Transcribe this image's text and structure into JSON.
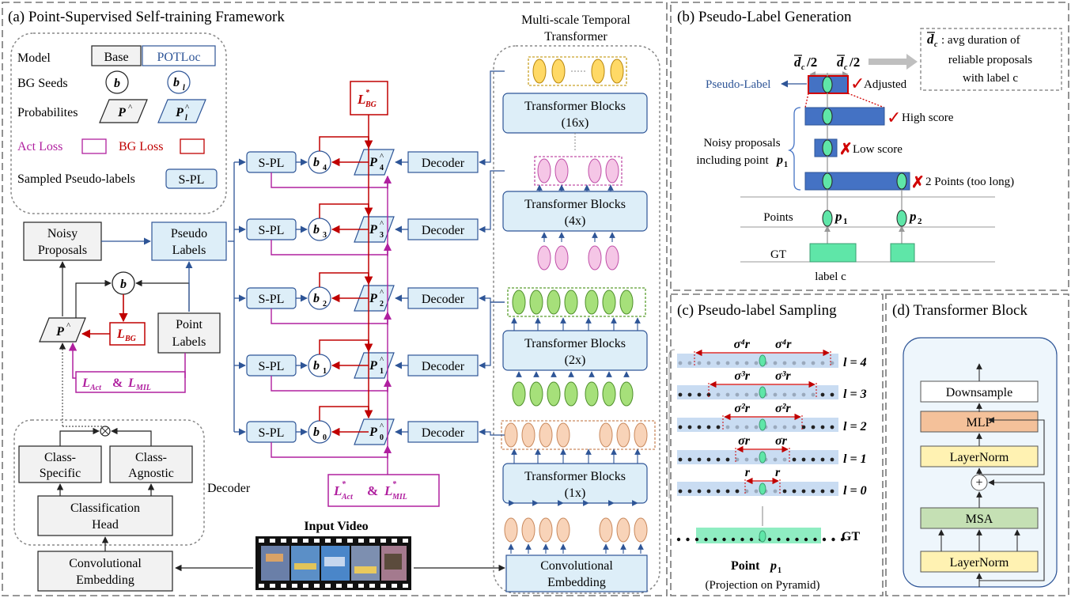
{
  "panel_a": {
    "title": "(a) Point-Supervised Self-training Framework",
    "legend": {
      "model_label": "Model",
      "model_base": "Base",
      "model_potloc": "POTLoc",
      "bg_seeds_label": "BG Seeds",
      "bg_seed_base": "b",
      "bg_seed_potloc": "b",
      "bg_seed_potloc_sub": "l",
      "probabilities_label": "Probabilites",
      "prob_base": "P",
      "prob_potloc": "P",
      "prob_potloc_sub": "l",
      "act_loss_label": "Act Loss",
      "bg_loss_label": "BG Loss",
      "sampled_label": "Sampled Pseudo-labels",
      "spl_box": "S-PL"
    },
    "noisy_proposals": [
      "Noisy",
      "Proposals"
    ],
    "pseudo_labels": [
      "Pseudo",
      "Labels"
    ],
    "point_labels": [
      "Point",
      "Labels"
    ],
    "b_node": "b",
    "p_node": "P",
    "l_bg": "L",
    "l_bg_sub": "BG",
    "l_act": "L",
    "l_act_sub": "Act",
    "amp": "&",
    "l_mil": "L",
    "l_mil_sub": "MIL",
    "class_specific": [
      "Class-",
      "Specific"
    ],
    "class_agnostic": [
      "Class-",
      "Agnostic"
    ],
    "classification_head": [
      "Classification",
      "Head"
    ],
    "decoder_caption": "Decoder",
    "conv_embedding_left": [
      "Convolutional",
      "Embedding"
    ],
    "input_video": "Input Video",
    "spl": "S-PL",
    "b_levels": [
      "4",
      "3",
      "2",
      "1",
      "0"
    ],
    "p_levels": [
      "4",
      "3",
      "2",
      "1",
      "0"
    ],
    "decoder": "Decoder",
    "l_bg_star": "L",
    "l_bg_star_sub": "BG",
    "l_act_star": "L",
    "l_act_star_sub": "Act",
    "l_mil_star": "L",
    "l_mil_star_sub": "MIL",
    "mtt_title": [
      "Multi-scale Temporal",
      "Transformer"
    ],
    "transformer_blocks": "Transformer Blocks",
    "tb_scales": [
      "(16x)",
      "(4x)",
      "(2x)",
      "(1x)"
    ],
    "conv_embedding_right": [
      "Convolutional",
      "Embedding"
    ]
  },
  "panel_b": {
    "title": "(b) Pseudo-Label Generation",
    "dc_note": [
      ": avg duration of",
      "reliable proposals",
      "with label c"
    ],
    "dc_symbol": "d",
    "dc_sub": "c",
    "dc_half": "/2",
    "pseudo_label": "Pseudo-Label",
    "adjusted": "Adjusted",
    "high_score": "High score",
    "low_score": "Low score",
    "two_points": "2 Points (too long)",
    "noisy_including": [
      "Noisy proposals",
      "including point"
    ],
    "p1": "p",
    "p1_sub": "1",
    "points_label": "Points",
    "p2": "p",
    "p2_sub": "2",
    "gt_label": "GT",
    "label_c": "label c"
  },
  "panel_c": {
    "title": "(c) Pseudo-label Sampling",
    "levels": [
      {
        "l": "l = 4",
        "label": "σ⁴r",
        "label_r": "σ⁴r"
      },
      {
        "l": "l = 3",
        "label": "σ³r",
        "label_r": "σ³r"
      },
      {
        "l": "l = 2",
        "label": "σ²r",
        "label_r": "σ²r"
      },
      {
        "l": "l = 1",
        "label": "σr",
        "label_r": "σr"
      },
      {
        "l": "l = 0",
        "label": "r",
        "label_r": "r"
      }
    ],
    "gt": "GT",
    "point_p1": "Point",
    "point_p1_sym": "p",
    "point_p1_sub": "1",
    "projection": "(Projection on Pyramid)"
  },
  "panel_d": {
    "title": "(d) Transformer Block",
    "downsample": "Downsample",
    "mlp": "MLP",
    "layernorm_top": "LayerNorm",
    "msa": "MSA",
    "layernorm_bottom": "LayerNorm",
    "plus": "+"
  },
  "colors": {
    "potloc_blue": "#2e5597",
    "red": "#c00000",
    "magenta": "#b0209f",
    "base_fill": "#f2f2f2",
    "potloc_fill": "#ddeef8",
    "yellow_node": "#ffd966",
    "pink_node": "#f5c6e6",
    "green_node": "#a6e07a",
    "peach_node": "#f8d3b8",
    "mlp_fill": "#f4c19a",
    "msa_fill": "#c5e0b4",
    "layernorm_fill": "#fff2b2",
    "gt_fill": "#5fe6a8"
  }
}
